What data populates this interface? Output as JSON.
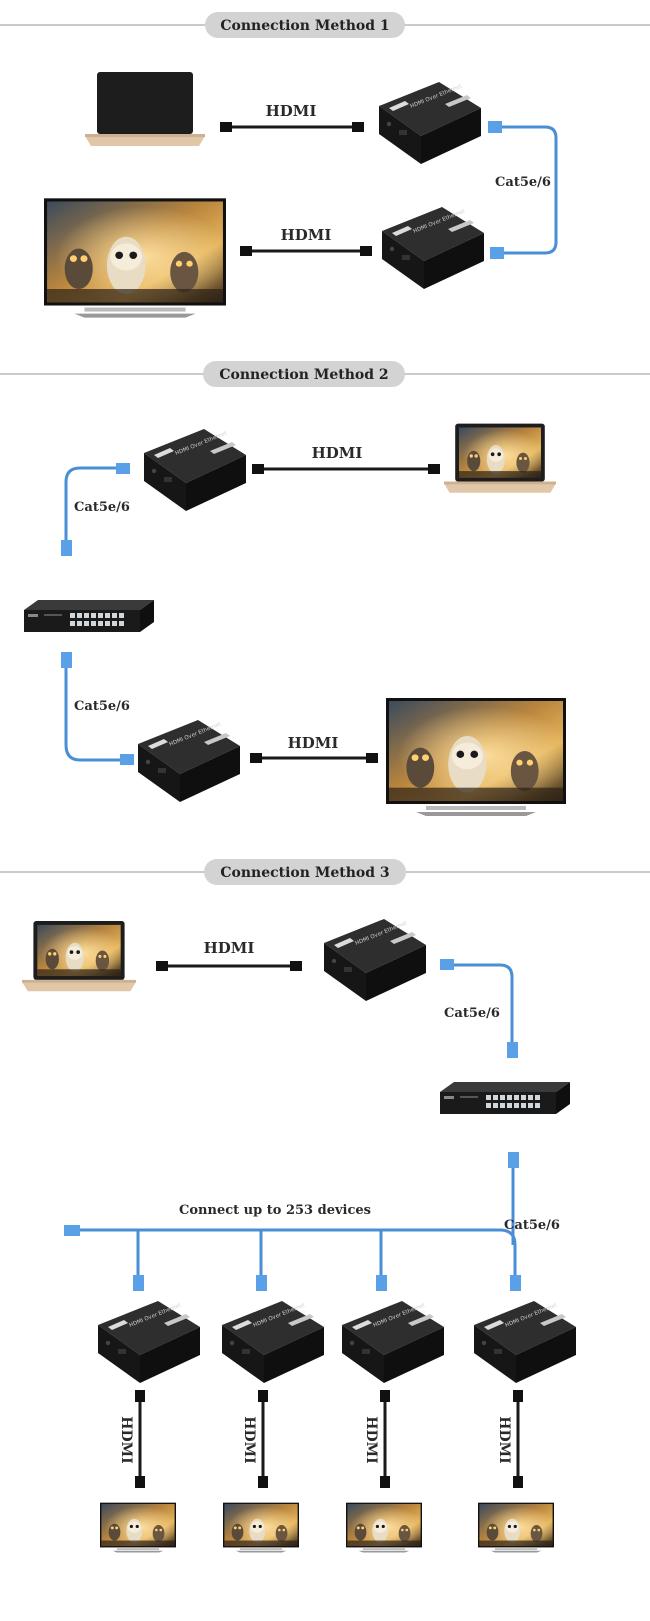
{
  "sections": [
    {
      "title": "Connection Method 1"
    },
    {
      "title": "Connection Method 2"
    },
    {
      "title": "Connection Method 3"
    }
  ],
  "labels": {
    "hdmi": "HDMI",
    "cat": "Cat5e/6",
    "connect_up_to": "Connect up to 253 devices"
  },
  "device": {
    "brand": "HDMI",
    "model": "HDMI Over Ethernet"
  },
  "colors": {
    "cable_blue": "#4a8fd6",
    "device_body": "#1c1c1c",
    "pill": "#d3d3d3",
    "divider": "#b9b9b9"
  }
}
